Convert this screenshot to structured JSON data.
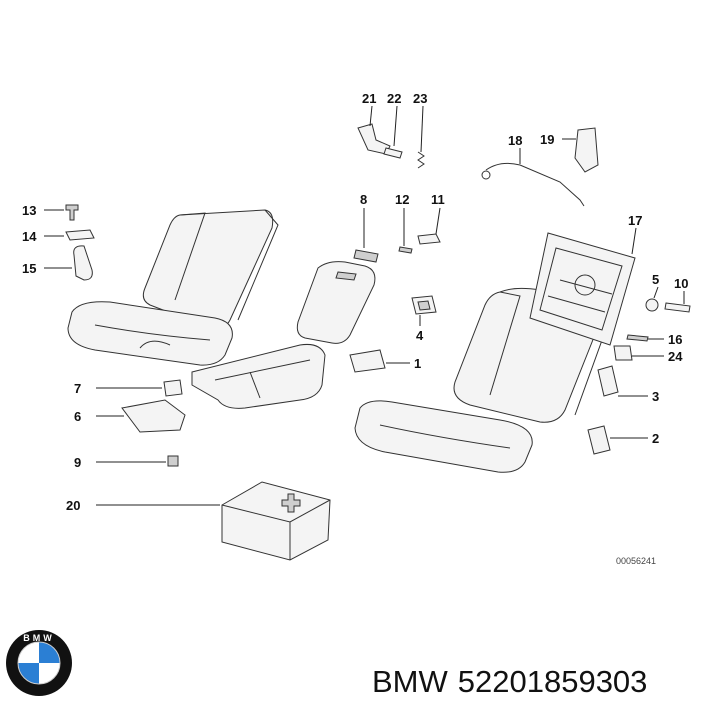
{
  "diagram": {
    "callouts": [
      "1",
      "2",
      "3",
      "4",
      "5",
      "6",
      "7",
      "8",
      "9",
      "10",
      "11",
      "12",
      "13",
      "14",
      "15",
      "16",
      "17",
      "18",
      "19",
      "20",
      "21",
      "22",
      "23",
      "24"
    ],
    "reference_code": "00056241"
  },
  "footer": {
    "brand": "BMW",
    "part_number": "52201859303",
    "logo_letters": "BMW",
    "colors": {
      "logo_blue": "#2b7fd4",
      "logo_ring": "#111111",
      "text": "#111111"
    }
  }
}
